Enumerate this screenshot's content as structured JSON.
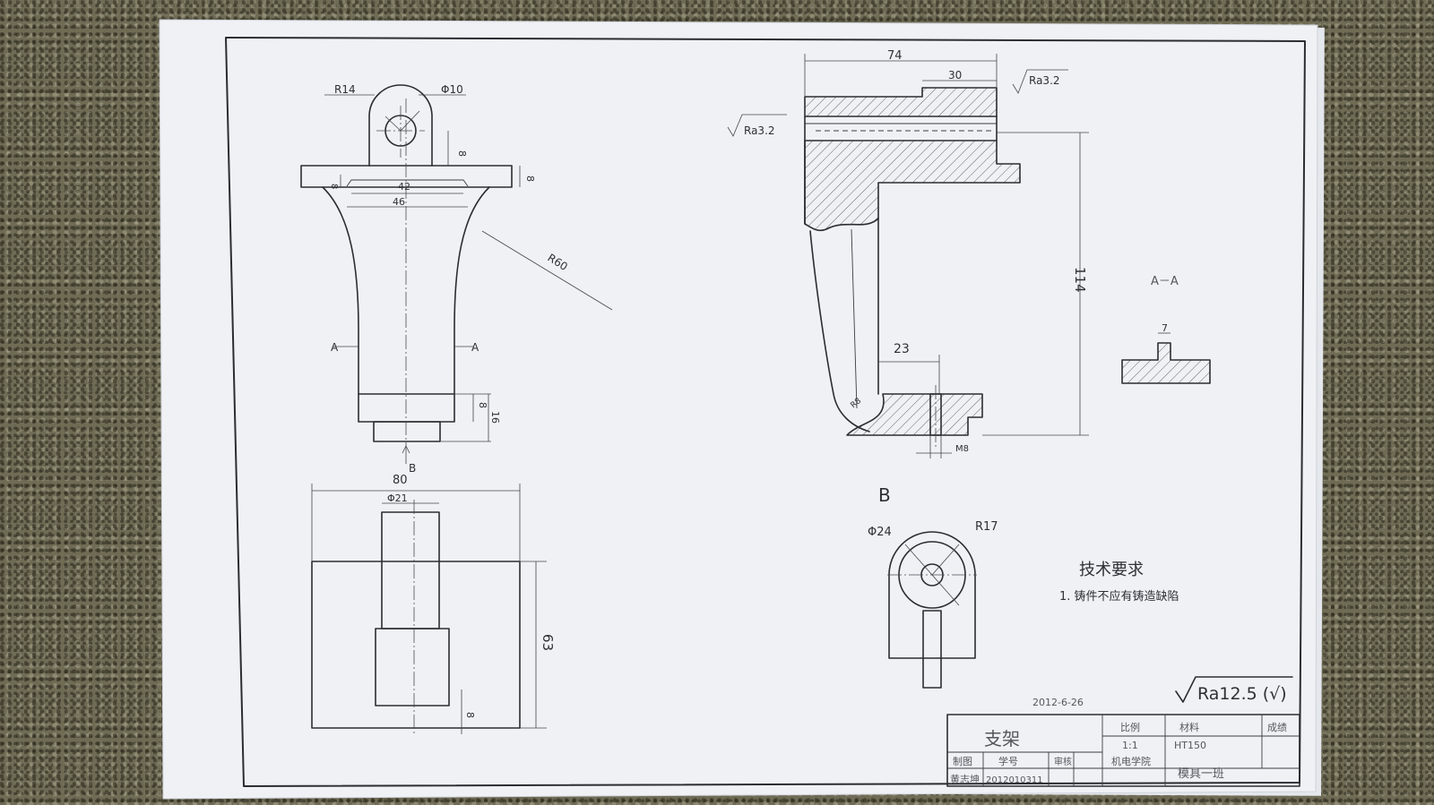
{
  "front_view": {
    "dims": {
      "r_top": "R14",
      "phi_hole": "Φ10",
      "eight_right": "8",
      "thk_left": "8",
      "plat_thk": "8",
      "w42": "42",
      "w46": "46",
      "r60": "R60",
      "h8_bottom": "8",
      "h16_bottom": "16"
    },
    "section_a_left": "A",
    "section_a_right": "A",
    "view_b_arrow": "B"
  },
  "bottom_view": {
    "dims": {
      "w80": "80",
      "phi21": "Φ21",
      "h63": "63",
      "h8": "8"
    }
  },
  "side_view": {
    "dims": {
      "w74": "74",
      "w30": "30",
      "h114": "114",
      "w23": "23",
      "m8": "M8"
    },
    "rough_top": "Ra3.2",
    "rough_left": "Ra3.2",
    "r_small": "R8"
  },
  "section_aa": {
    "label": "A－A",
    "thickness": "7"
  },
  "view_b": {
    "label": "B",
    "phi24": "Φ24",
    "r17": "R17"
  },
  "tech_req": {
    "title": "技术要求",
    "item1": "1. 铸件不应有铸造缺陷"
  },
  "roughness_general": "Ra12.5 (√)",
  "date": "2012-6-26",
  "title_block": {
    "part_name": "支架",
    "ratio_label": "比例",
    "ratio_value": "1:1",
    "material_label": "材料",
    "material_value": "HT150",
    "grade_label": "成绩",
    "draw_label": "制图",
    "student_label": "学号",
    "check_label": "审核",
    "school": "机电学院",
    "drawer_name": "黄志坤",
    "student_id": "2012010311",
    "class_info": "模具一班"
  }
}
